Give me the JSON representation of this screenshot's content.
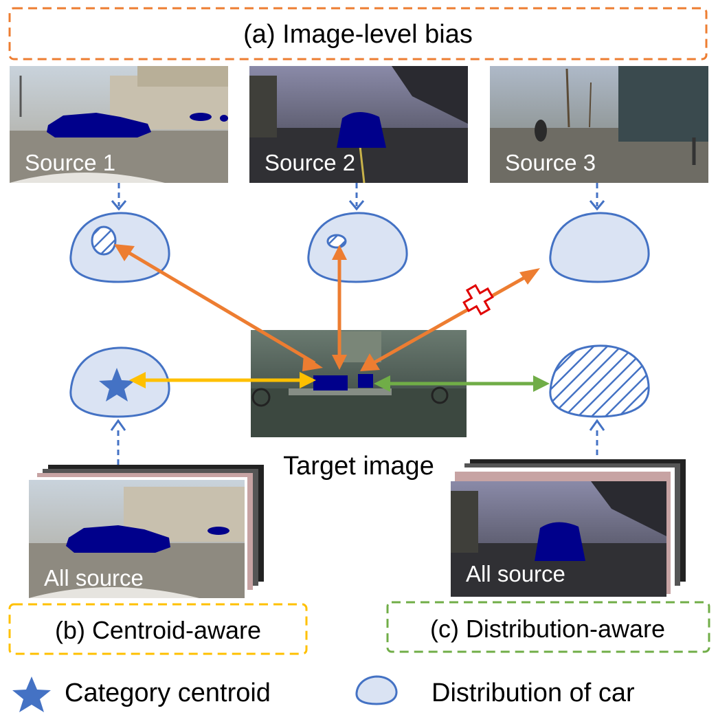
{
  "header": {
    "title": "(a) Image-level bias"
  },
  "sources": [
    {
      "label": "Source 1"
    },
    {
      "label": "Source 2"
    },
    {
      "label": "Source 3"
    }
  ],
  "target": {
    "label": "Target image"
  },
  "stacks": [
    {
      "label": "All source"
    },
    {
      "label": "All source"
    }
  ],
  "boxes": {
    "centroid": "(b) Centroid-aware",
    "distribution": "(c) Distribution-aware"
  },
  "legend": {
    "centroid_label": "Category centroid",
    "distribution_label": "Distribution of car"
  },
  "colors": {
    "orange": "#ed7d31",
    "yellow": "#ffc000",
    "green": "#70ad47",
    "blue": "#4472c4",
    "blob_fill": "#dae3f3",
    "car": "#00008b",
    "cross": "#e00000"
  }
}
